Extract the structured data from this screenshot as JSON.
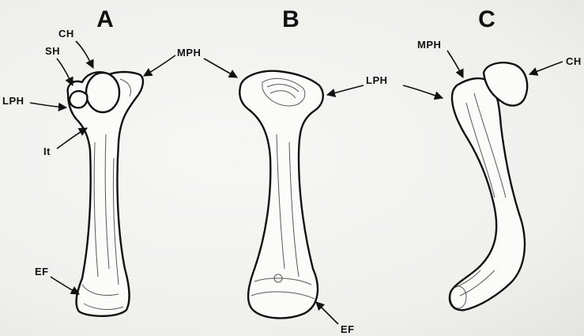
{
  "panels": [
    "A",
    "B",
    "C"
  ],
  "labels": {
    "a_ch": "CH",
    "a_sh": "SH",
    "a_lph": "LPH",
    "a_it": "It",
    "a_ef": "EF",
    "mph_ab": "MPH",
    "lph_bc": "LPH",
    "b_ef": "EF",
    "c_mph": "MPH",
    "c_ch": "CH"
  }
}
